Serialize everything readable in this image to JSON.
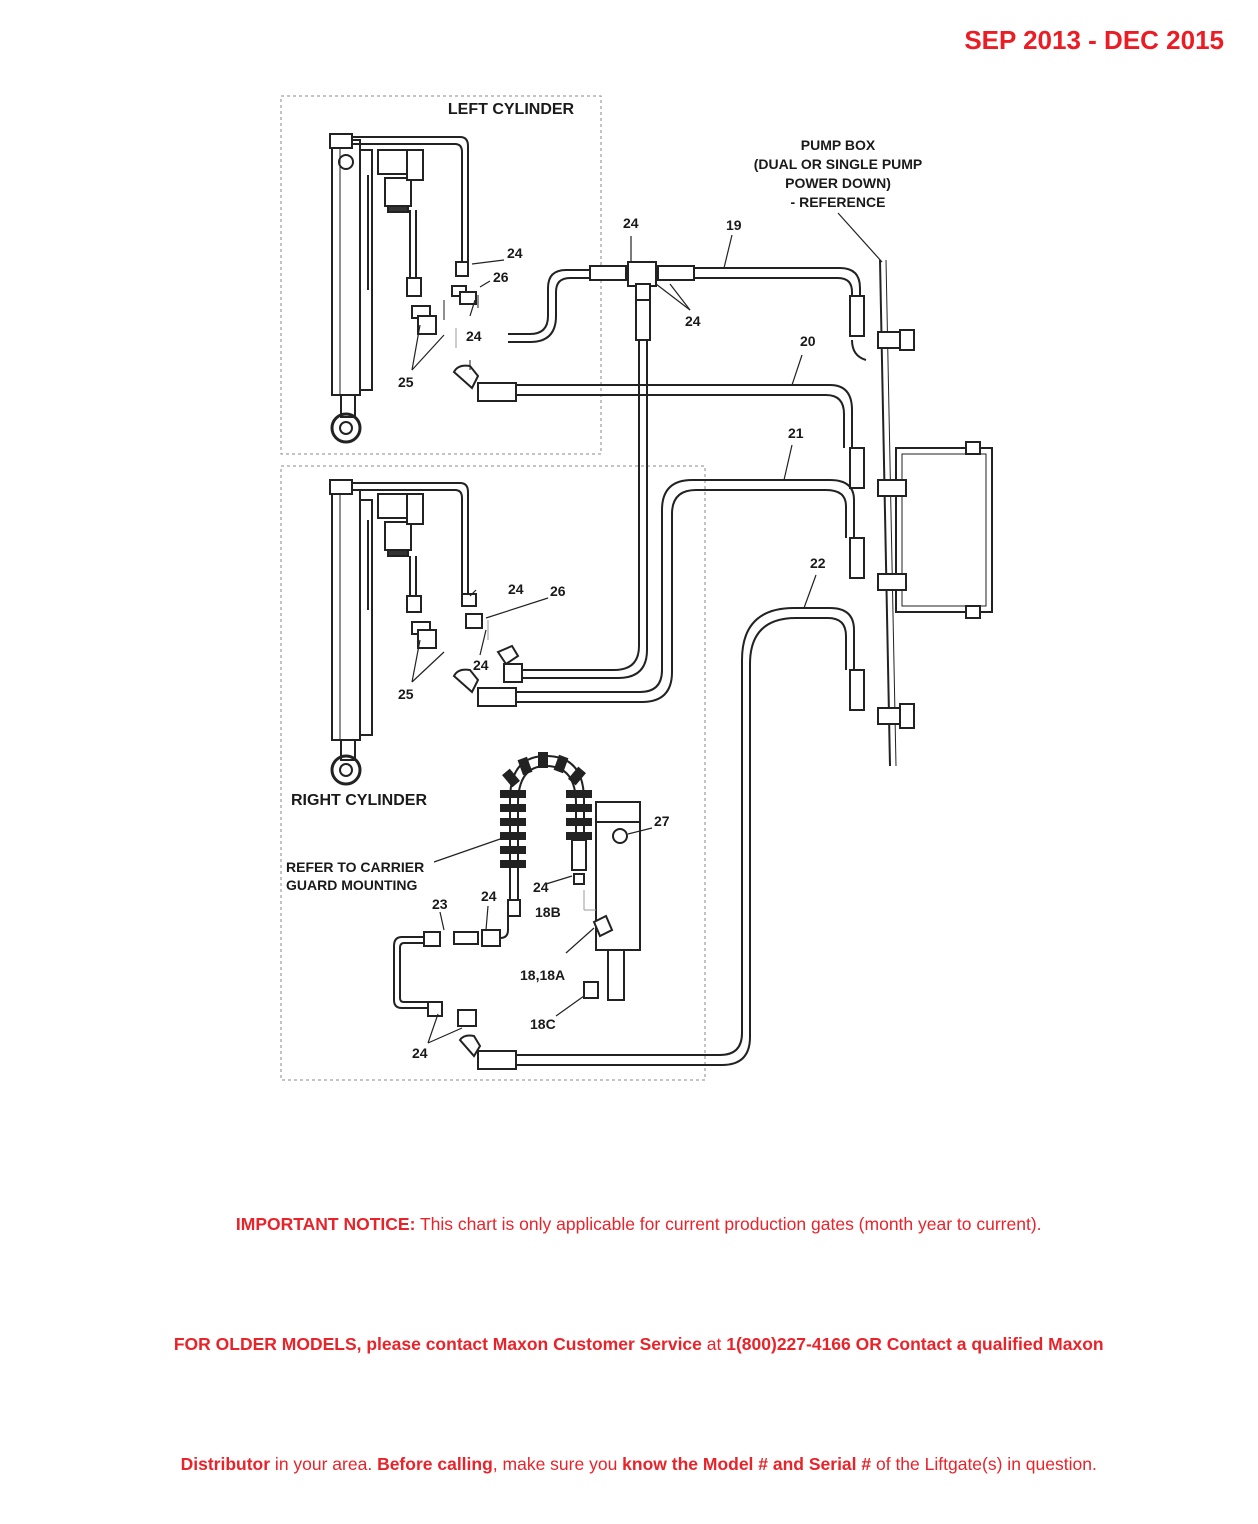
{
  "header": {
    "date_range": "SEP 2013 - DEC 2015"
  },
  "labels": {
    "left_cylinder": "LEFT CYLINDER",
    "right_cylinder": "RIGHT CYLINDER",
    "pump_box_line1": "PUMP BOX",
    "pump_box_line2": "(DUAL OR SINGLE PUMP",
    "pump_box_line3": "POWER DOWN)",
    "pump_box_line4": "- REFERENCE",
    "carrier_line1": "REFER TO CARRIER",
    "carrier_line2": "GUARD MOUNTING"
  },
  "callouts": {
    "c18b": "18B",
    "c18": "18,18A",
    "c18c": "18C",
    "c19": "19",
    "c20": "20",
    "c21": "21",
    "c22": "22",
    "c23": "23",
    "c24": "24",
    "c25": "25",
    "c26": "26",
    "c27": "27"
  },
  "notice": {
    "l1_bold": "IMPORTANT NOTICE:",
    "l1_text": " This chart is only applicable for current production gates (month year to current).",
    "l2_bold1": "FOR OLDER MODELS, please contact Maxon Customer Service",
    "l2_text1": " at ",
    "l2_bold2": "1(800)227-4166 OR Contact a qualified Maxon",
    "l3_bold1": "Distributor",
    "l3_text1": " in your area. ",
    "l3_bold2": "Before calling",
    "l3_text2": ", make sure you ",
    "l3_bold3": "know the Model # and Serial #",
    "l3_text3": " of the Liftgate(s) in question."
  },
  "colors": {
    "accent_red": "#ec1c24",
    "line": "#222222",
    "dash_box": "#888888"
  }
}
